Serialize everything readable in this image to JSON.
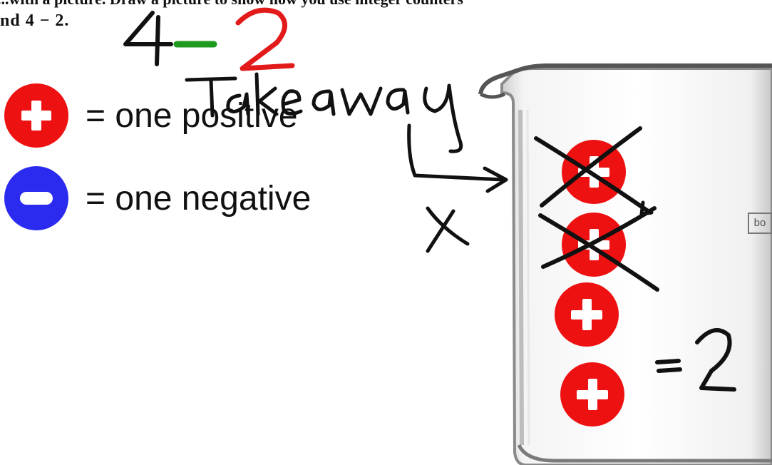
{
  "prompt": {
    "line1": "...with a picture. Draw a picture to show how you use integer counters",
    "line2": "nd 4 − 2."
  },
  "legend": [
    {
      "symbol": "+",
      "label": "= one positive",
      "color": "#ee1111"
    },
    {
      "symbol": "−",
      "label": "= one negative",
      "color": "#2b2bf0"
    }
  ],
  "handwriting": {
    "expression_first": "4",
    "expression_operator": "−",
    "expression_second": "2",
    "operator_color": "#1e9a1e",
    "second_color": "#e21a1a",
    "caption": "Take away",
    "mark": "X",
    "result": "=2"
  },
  "beaker": {
    "counters": [
      {
        "symbol": "+",
        "crossed_out": true
      },
      {
        "symbol": "+",
        "crossed_out": true
      },
      {
        "symbol": "+",
        "crossed_out": false
      },
      {
        "symbol": "+",
        "crossed_out": false
      }
    ],
    "label_fragment": "bo"
  }
}
